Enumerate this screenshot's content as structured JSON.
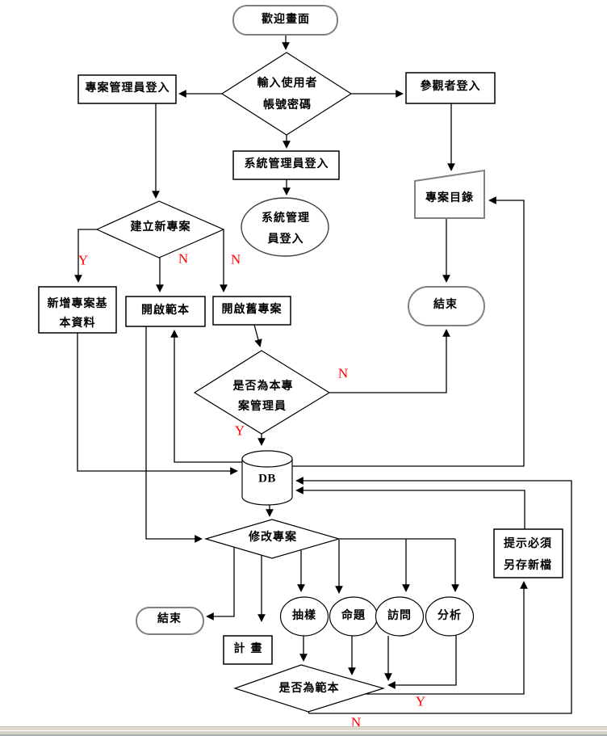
{
  "page": {
    "background": "#ffffff"
  },
  "colors": {
    "line": "#000000",
    "node_border": "#000000",
    "terminal_border": "#808080",
    "branch_label": "#ff0000",
    "bottom_bar": "#d6d2c4"
  },
  "nodes": {
    "welcome": {
      "shape": "stadium",
      "label": "歡迎畫面"
    },
    "login_decision": {
      "shape": "diamond",
      "line1": "輸入使用者",
      "line2": "帳號密碼"
    },
    "pm_login": {
      "shape": "rect",
      "label": "專案管理員登入"
    },
    "visitor_login": {
      "shape": "rect",
      "label": "參觀者登入"
    },
    "admin_login": {
      "shape": "rect",
      "label": "系統管理員登入"
    },
    "admin_login_result": {
      "shape": "ellipse",
      "line1": "系統管理",
      "line2": "員登入"
    },
    "project_directory": {
      "shape": "trapezoid",
      "label": "專案目錄"
    },
    "end_right": {
      "shape": "stadium",
      "label": "結束"
    },
    "new_project_decision": {
      "shape": "diamond",
      "label": "建立新專案"
    },
    "add_project_info": {
      "shape": "rect",
      "line1": "新增專案基",
      "line2": "本資料"
    },
    "open_template": {
      "shape": "rect",
      "label": "開啟範本"
    },
    "open_old_project": {
      "shape": "rect",
      "label": "開啟舊專案"
    },
    "is_project_manager_decision": {
      "shape": "diamond",
      "line1": "是否為本專",
      "line2": "案管理員"
    },
    "db": {
      "shape": "cylinder",
      "label": "DB"
    },
    "modify_project_decision": {
      "shape": "diamond",
      "label": "修改專案"
    },
    "end_left": {
      "shape": "stadium",
      "label": "結束"
    },
    "plan": {
      "shape": "rect",
      "label": "計畫"
    },
    "sampling": {
      "shape": "circle",
      "label": "抽樣"
    },
    "proposition": {
      "shape": "circle",
      "label": "命題"
    },
    "interview": {
      "shape": "circle",
      "label": "訪問"
    },
    "analysis": {
      "shape": "circle",
      "label": "分析"
    },
    "is_template_decision": {
      "shape": "diamond",
      "label": "是否為範本"
    },
    "save_as_prompt": {
      "shape": "rect",
      "line1": "提示必須",
      "line2": "另存新檔"
    }
  },
  "branch_labels": {
    "new_project_yes": "Y",
    "new_project_no_template": "N",
    "new_project_no_old": "N",
    "is_pm_no": "N",
    "is_pm_yes": "Y",
    "is_template_yes": "Y",
    "is_template_no": "N"
  }
}
